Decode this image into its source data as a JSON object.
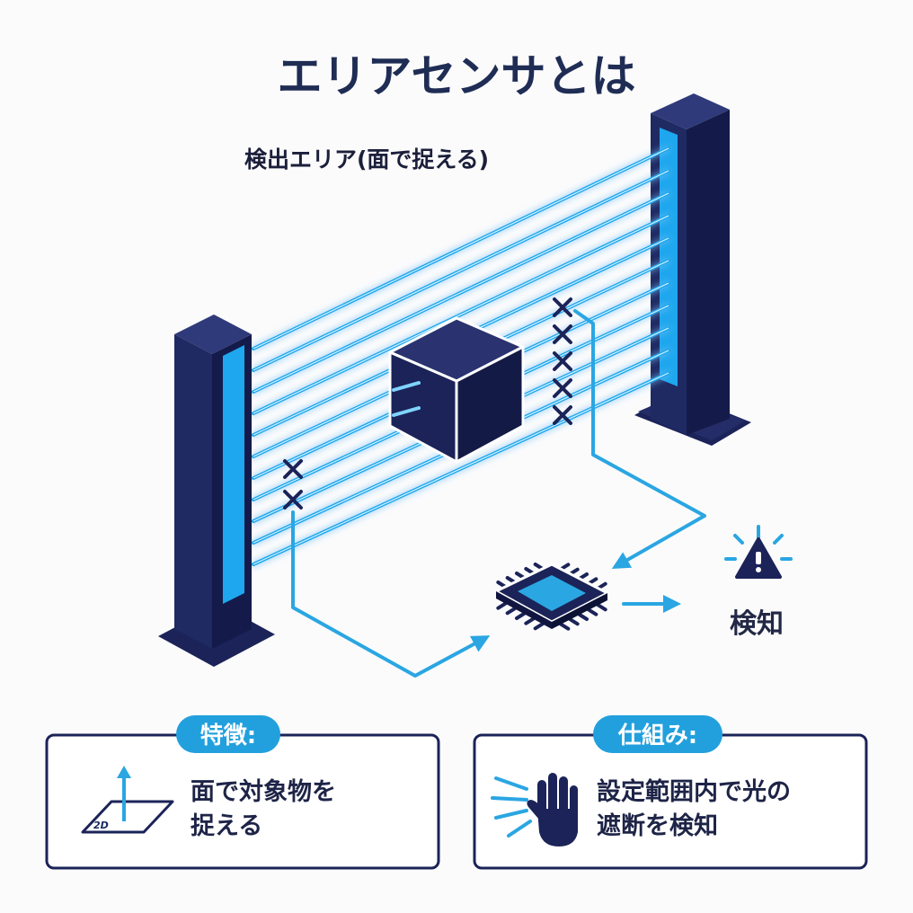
{
  "title": "エリアセンサとは",
  "area_label": "検出エリア(面で捉える)",
  "detect_label": "検知",
  "feature": {
    "badge": "特徴:",
    "icon_label": "2D",
    "lines": [
      "面で対象物を",
      "捉える"
    ]
  },
  "mechanism": {
    "badge": "仕組み:",
    "lines": [
      "設定範囲内で光の",
      "遮断を検知"
    ]
  },
  "colors": {
    "navy": "#1b2358",
    "beam": "#1ea7ee",
    "accent": "#2aa6e2",
    "badge": "#22a0dd"
  },
  "icons": [
    "emitter-pillar",
    "receiver-pillar",
    "object-cube",
    "blocked-mark",
    "controller-chip",
    "alert-icon",
    "plane-2d-icon",
    "hand-icon"
  ]
}
